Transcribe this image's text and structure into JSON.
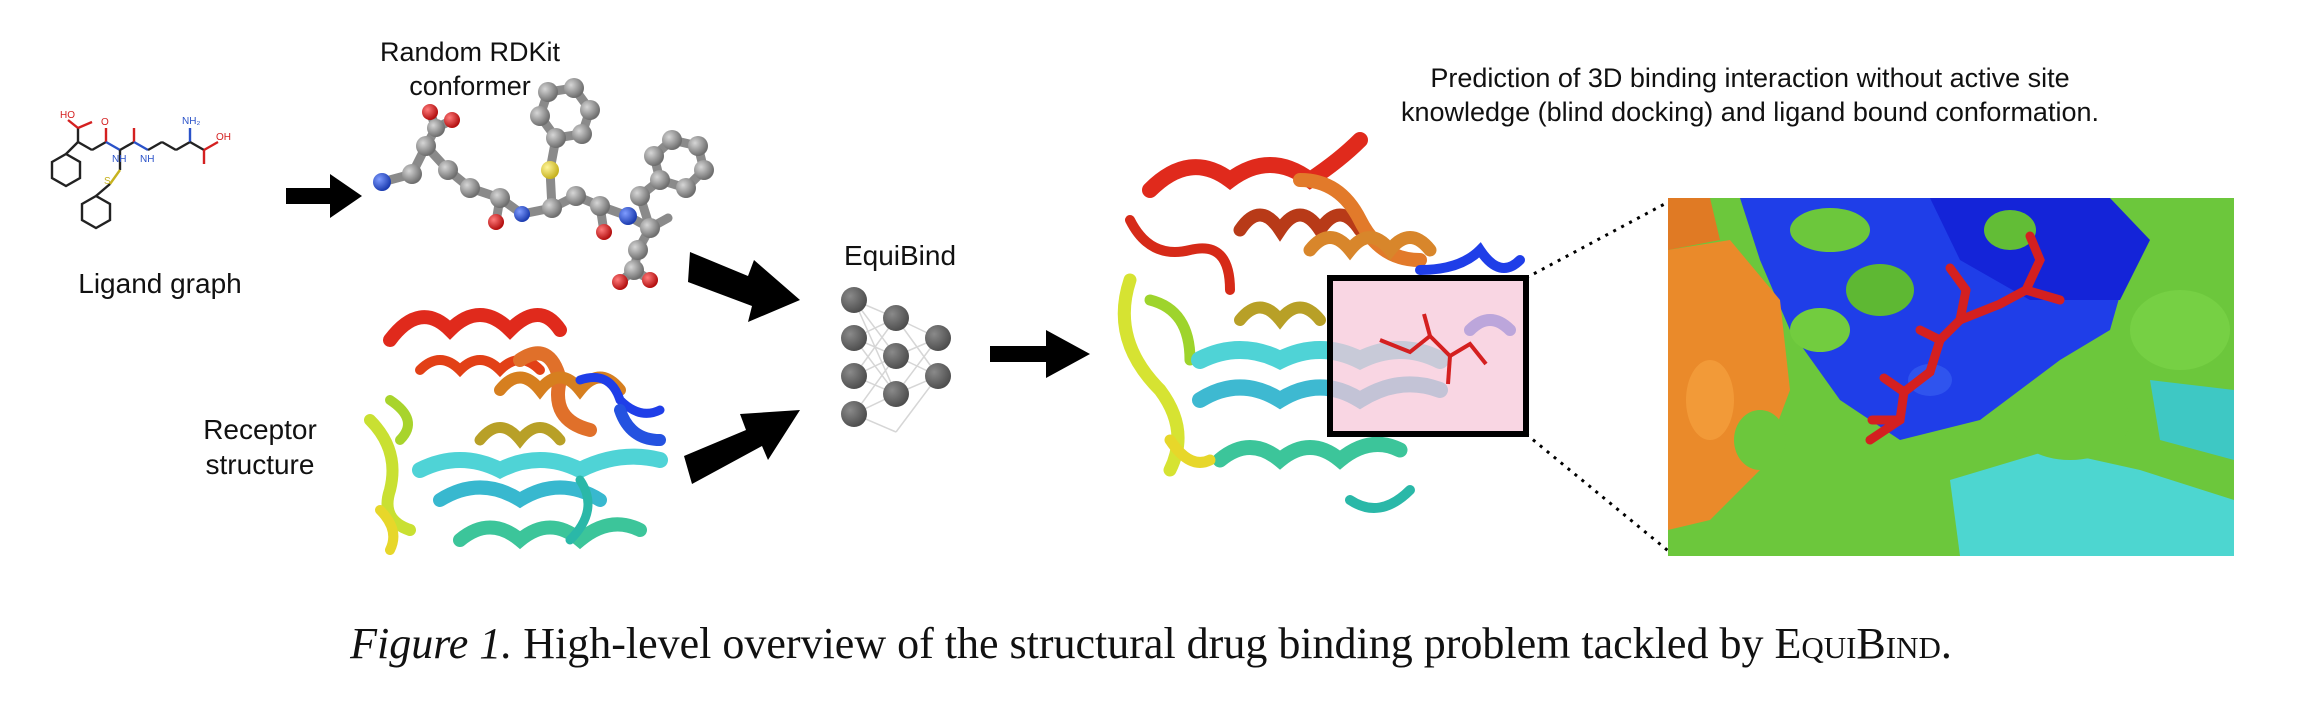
{
  "figure": {
    "ligand_graph_label": "Ligand graph",
    "rdkit_label_line1": "Random RDKit",
    "rdkit_label_line2": "conformer",
    "receptor_label_line1": "Receptor",
    "receptor_label_line2": "structure",
    "equibind_label": "EquiBind",
    "prediction_line1": "Prediction of 3D binding interaction without active site",
    "prediction_line2": "knowledge (blind docking) and ligand bound conformation.",
    "atom_labels": {
      "ho": "HO",
      "o": "O",
      "nh": "NH",
      "nh2": "NH₂",
      "oh": "OH",
      "s": "S"
    }
  },
  "caption": {
    "figure_number": "Figure 1.",
    "text": "High-level overview of the structural drug binding problem tackled by",
    "model_name": "EquiBind",
    "end": "."
  },
  "colors": {
    "arrow": "#000000",
    "oxygen": "#d42020",
    "nitrogen": "#2a52c9",
    "sulfur": "#e6d23a",
    "carbon": "#8a8a8a",
    "highlight_box": "#f7c6d8",
    "surface_green": "#6cc73c",
    "surface_blue": "#1f3ee8",
    "surface_orange": "#ea8a2a",
    "surface_cyan": "#4dd6d0"
  }
}
